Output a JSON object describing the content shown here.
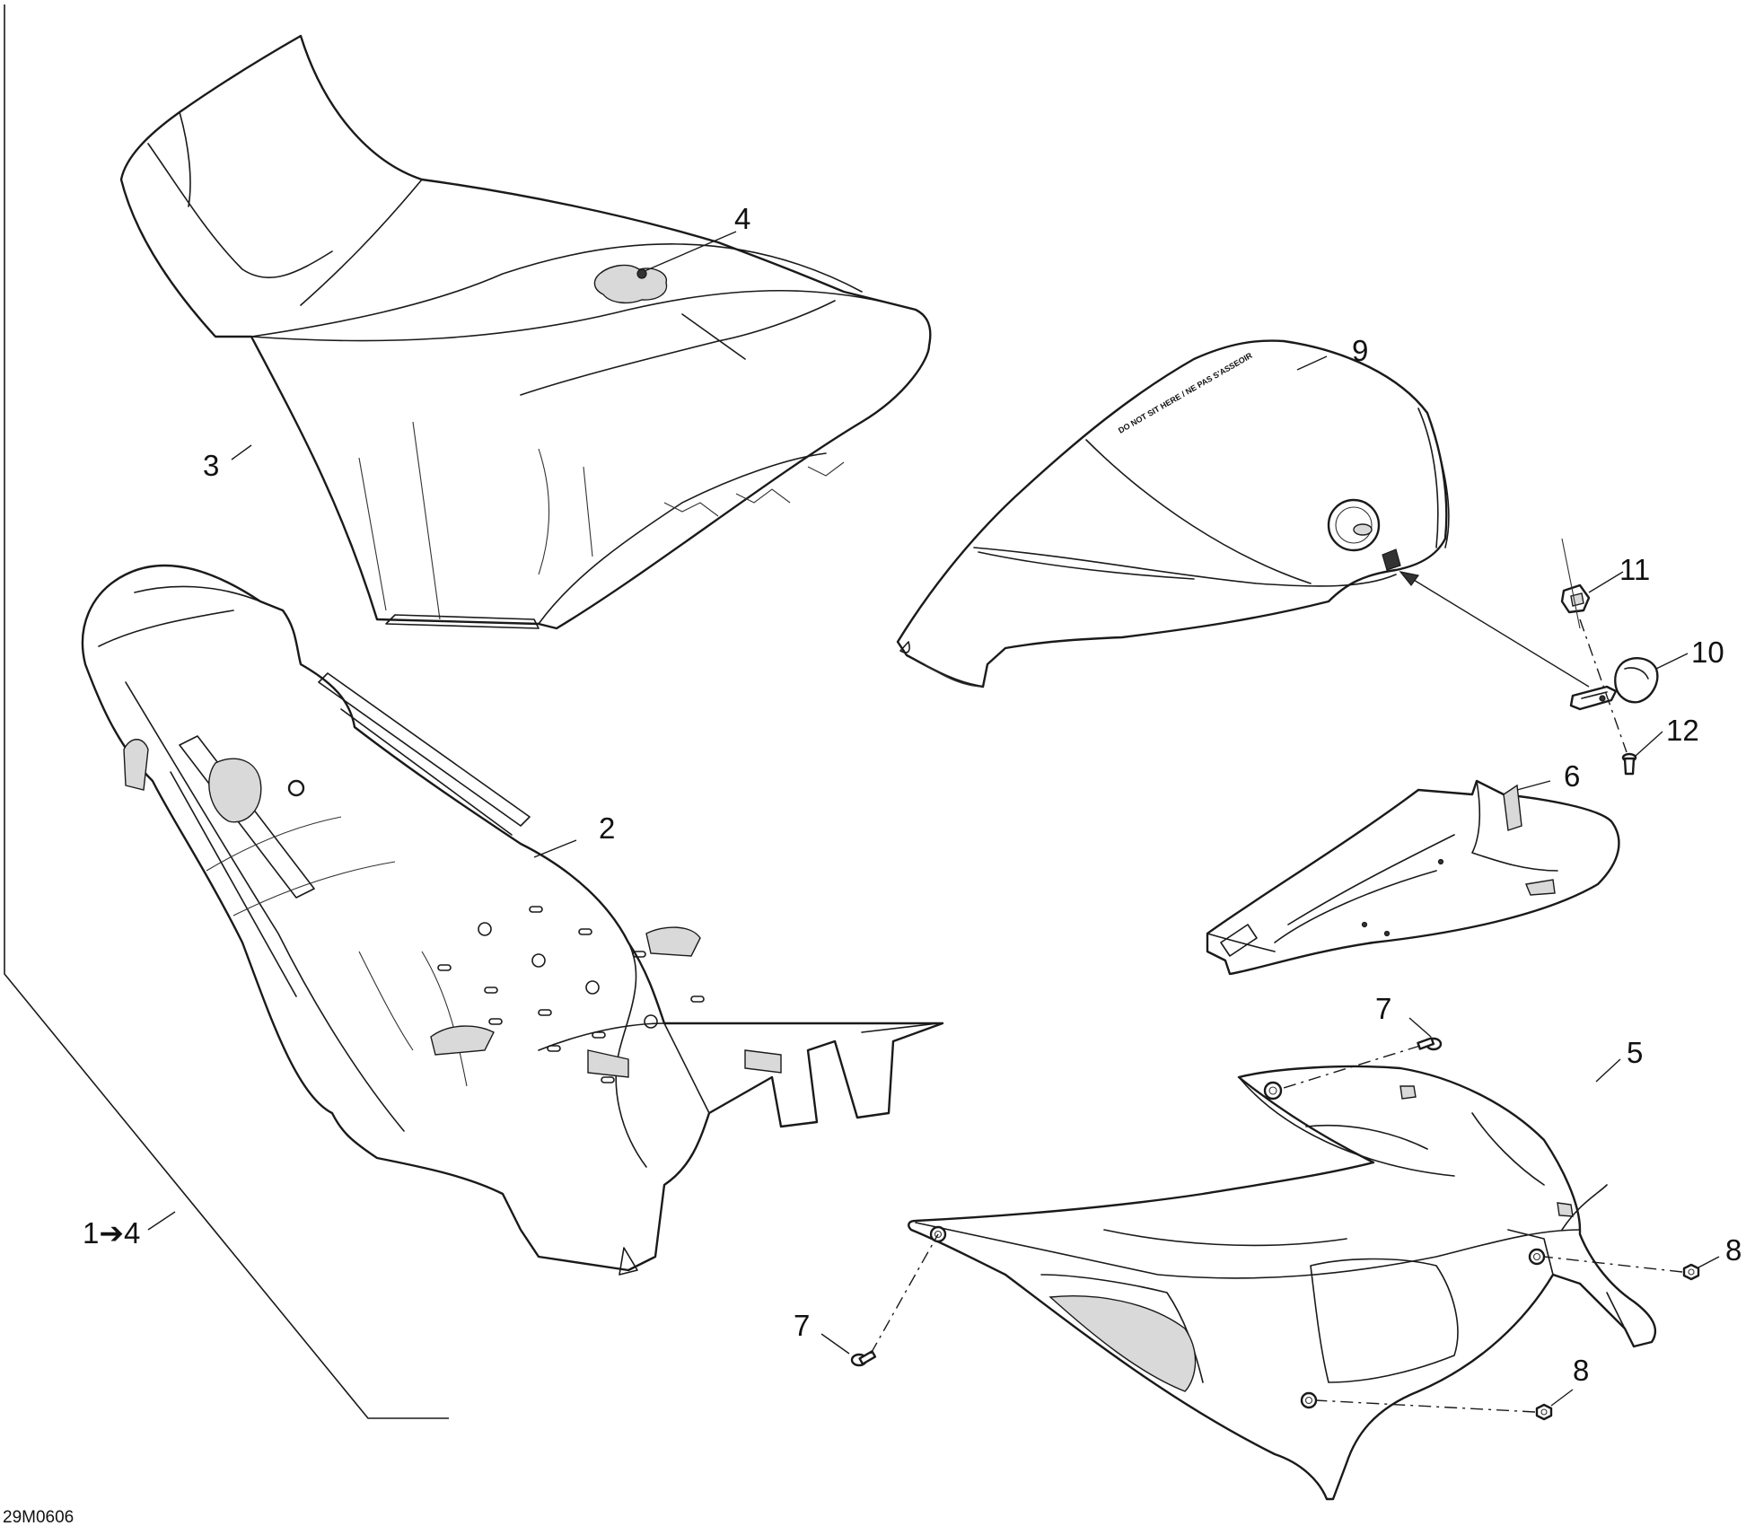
{
  "figure_code": "29M0606",
  "assembly_label": "1➔4",
  "callouts": {
    "c2": "2",
    "c3": "3",
    "c4": "4",
    "c5": "5",
    "c6": "6",
    "c7a": "7",
    "c7b": "7",
    "c8a": "8",
    "c8b": "8",
    "c9": "9",
    "c10": "10",
    "c11": "11",
    "c12": "12"
  },
  "decal_text": "DO NOT SIT HERE / NE PAS S'ASSEOIR"
}
